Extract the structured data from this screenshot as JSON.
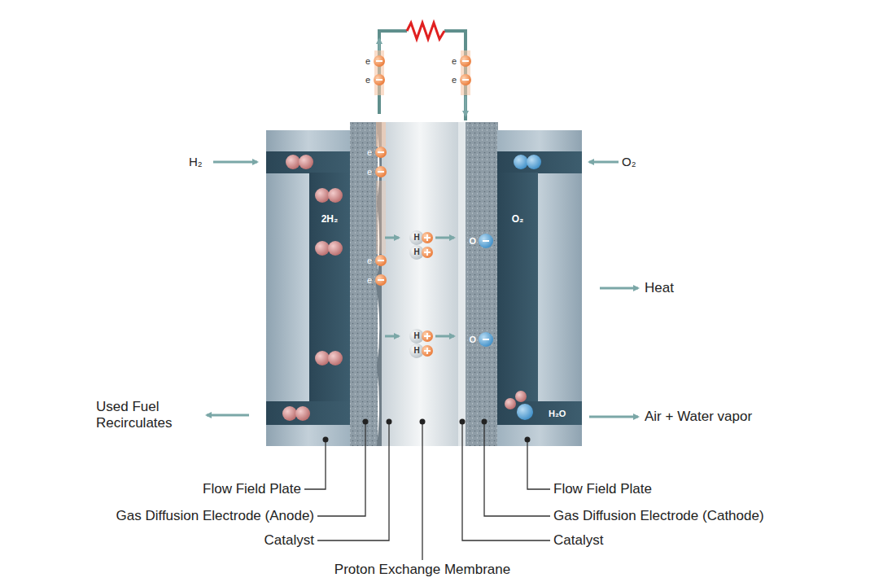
{
  "diagram": {
    "labels": [
      "H₂",
      "O₂",
      "Heat",
      "Used Fuel Recirculates",
      "Air + Water vapor",
      "2H₂",
      "O₂",
      "H₂O",
      "e",
      "e",
      "e",
      "e",
      "e",
      "e",
      "e",
      "e",
      "H",
      "H",
      "H",
      "H",
      "O",
      "O",
      "Flow Field Plate",
      "Gas Diffusion Electrode (Anode)",
      "Catalyst",
      "Proton Exchange Membrane",
      "Flow Field Plate",
      "Gas Diffusion Electrode (Cathode)",
      "Catalyst"
    ]
  }
}
